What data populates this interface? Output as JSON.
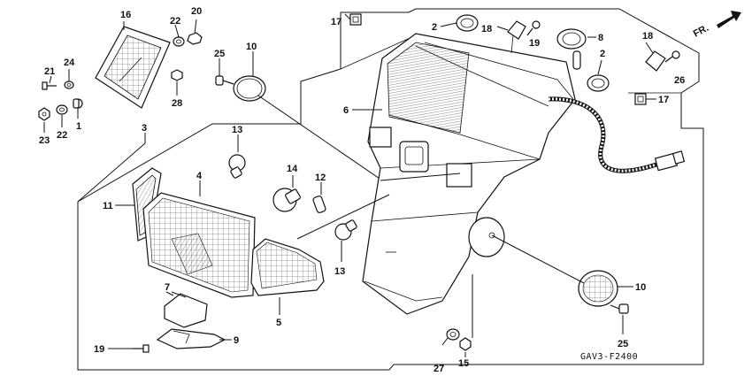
{
  "diagram": {
    "code": "GAV3-F2400",
    "direction_label": "FR.",
    "callouts": [
      {
        "id": "c1",
        "text": "1"
      },
      {
        "id": "c2a",
        "text": "2"
      },
      {
        "id": "c2b",
        "text": "2"
      },
      {
        "id": "c3",
        "text": "3"
      },
      {
        "id": "c4",
        "text": "4"
      },
      {
        "id": "c5",
        "text": "5"
      },
      {
        "id": "c6",
        "text": "6"
      },
      {
        "id": "c7",
        "text": "7"
      },
      {
        "id": "c8",
        "text": "8"
      },
      {
        "id": "c9",
        "text": "9"
      },
      {
        "id": "c10a",
        "text": "10"
      },
      {
        "id": "c10b",
        "text": "10"
      },
      {
        "id": "c11",
        "text": "11"
      },
      {
        "id": "c12",
        "text": "12"
      },
      {
        "id": "c13a",
        "text": "13"
      },
      {
        "id": "c13b",
        "text": "13"
      },
      {
        "id": "c14",
        "text": "14"
      },
      {
        "id": "c15",
        "text": "15"
      },
      {
        "id": "c16",
        "text": "16"
      },
      {
        "id": "c17a",
        "text": "17"
      },
      {
        "id": "c17b",
        "text": "17"
      },
      {
        "id": "c18a",
        "text": "18"
      },
      {
        "id": "c18b",
        "text": "18"
      },
      {
        "id": "c19a",
        "text": "19"
      },
      {
        "id": "c19b",
        "text": "19"
      },
      {
        "id": "c20",
        "text": "20"
      },
      {
        "id": "c21",
        "text": "21"
      },
      {
        "id": "c22a",
        "text": "22"
      },
      {
        "id": "c22b",
        "text": "22"
      },
      {
        "id": "c23",
        "text": "23"
      },
      {
        "id": "c24",
        "text": "24"
      },
      {
        "id": "c25a",
        "text": "25"
      },
      {
        "id": "c25b",
        "text": "25"
      },
      {
        "id": "c26",
        "text": "26"
      },
      {
        "id": "c27",
        "text": "27"
      },
      {
        "id": "c28",
        "text": "28"
      }
    ]
  }
}
